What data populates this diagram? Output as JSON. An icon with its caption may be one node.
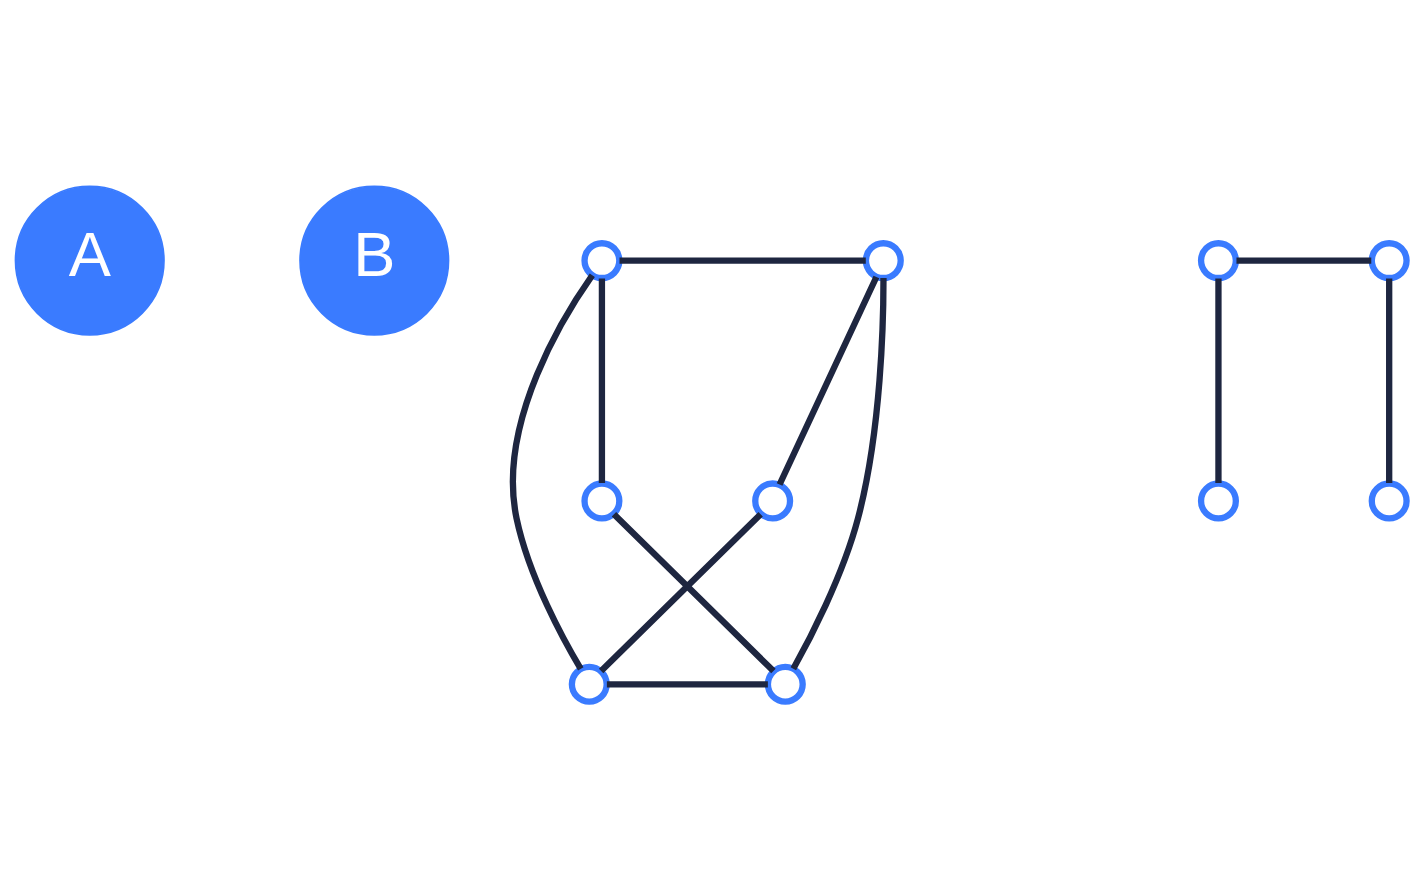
{
  "diagram": {
    "nodes": [
      {
        "text": [
          "A"
        ]
      },
      {
        "text": [
          "B"
        ]
      },
      {
        "text": [],
        "shape": "circle"
      },
      {
        "text": [],
        "shape": "circle"
      },
      {
        "text": [],
        "shape": "circle"
      },
      {
        "text": [],
        "shape": "circle"
      },
      {
        "text": [],
        "shape": "circle"
      },
      {
        "text": [],
        "shape": "circle"
      },
      {
        "text": [],
        "shape": "circle"
      },
      {
        "text": [],
        "shape": "circle"
      },
      {
        "text": [],
        "shape": "circle"
      },
      {
        "text": [],
        "shape": "circle"
      }
    ],
    "edges": [
      {
        "from": 2,
        "to": 3,
        "arrow": "none"
      },
      {
        "from": 2,
        "to": 4,
        "arrow": "none"
      },
      {
        "from": 2,
        "to": 7,
        "arrow": "none"
      },
      {
        "from": 3,
        "to": 6,
        "arrow": "none"
      },
      {
        "from": 3,
        "to": 5,
        "arrow": "none"
      },
      {
        "from": 4,
        "to": 6,
        "arrow": "none"
      },
      {
        "from": 5,
        "to": 7,
        "arrow": "none"
      },
      {
        "from": 6,
        "to": 7,
        "arrow": "none"
      },
      {
        "from": 8,
        "to": 9,
        "arrow": "none"
      },
      {
        "from": 8,
        "to": 11,
        "arrow": "none"
      },
      {
        "from": 9,
        "to": 10,
        "arrow": "none"
      }
    ]
  }
}
